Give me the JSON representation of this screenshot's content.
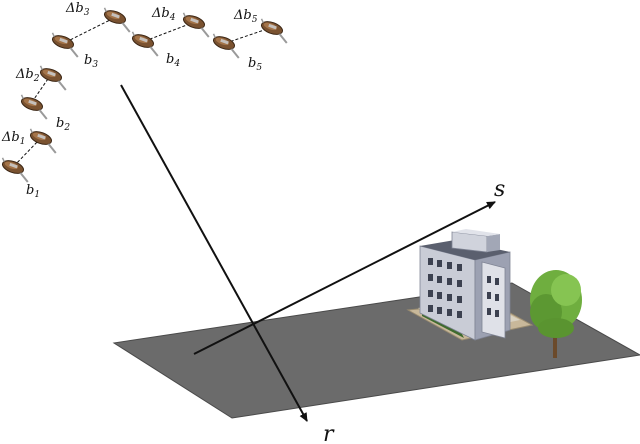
{
  "satellite_pairs": [
    {
      "delta_label": "Δb",
      "delta_sub": "1",
      "base_label": "b",
      "base_sub": "1"
    },
    {
      "delta_label": "Δb",
      "delta_sub": "2",
      "base_label": "b",
      "base_sub": "2"
    },
    {
      "delta_label": "Δb",
      "delta_sub": "3",
      "base_label": "b",
      "base_sub": "3"
    },
    {
      "delta_label": "Δb",
      "delta_sub": "4",
      "base_label": "b",
      "base_sub": "4"
    },
    {
      "delta_label": "Δb",
      "delta_sub": "5",
      "base_label": "b",
      "base_sub": "5"
    }
  ],
  "axes": {
    "s_label": "s",
    "r_label": "r"
  },
  "colors": {
    "ground": "#6b6b6b",
    "ground_edge": "#4a4a4a",
    "building_wall": "#c9ccd6",
    "building_dark": "#8e93a3",
    "window": "#3c4150",
    "tree": "#6fae3f",
    "satellite_body": "#7a5230",
    "satellite_metal": "#b8b8b8"
  }
}
